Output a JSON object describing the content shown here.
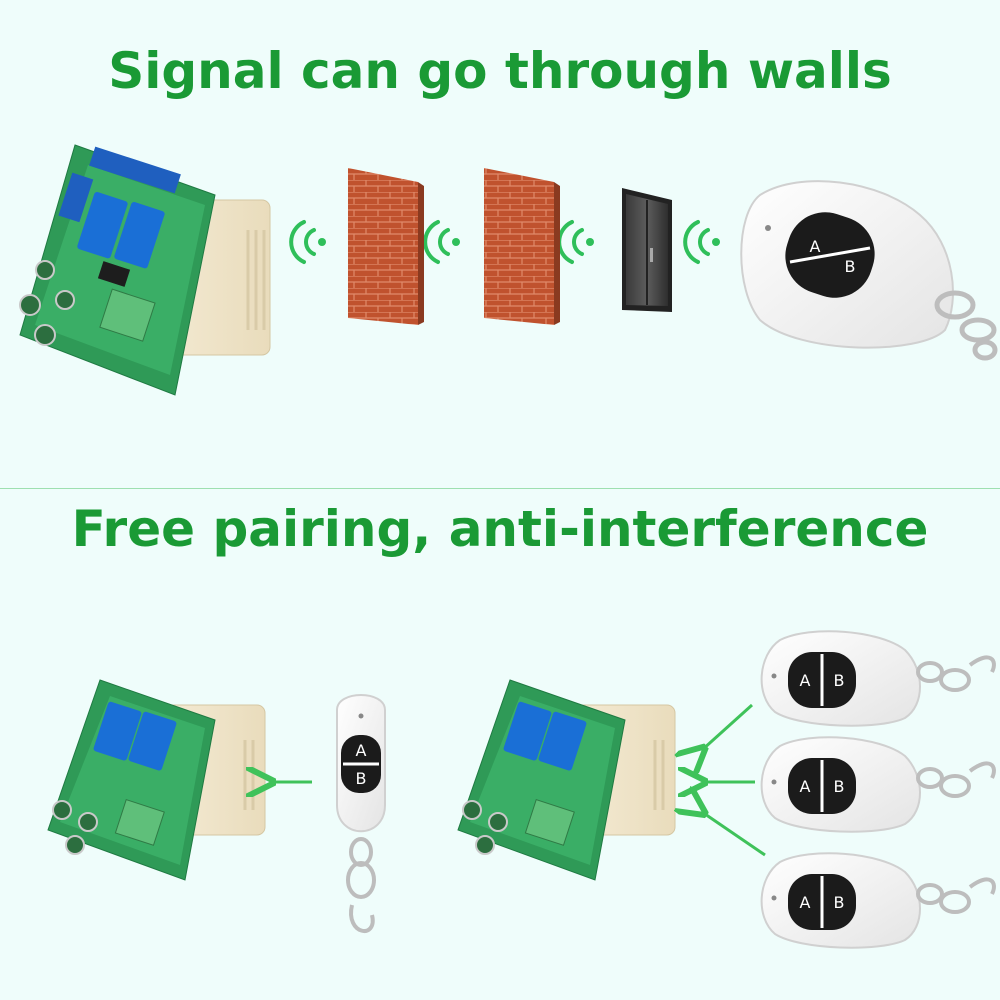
{
  "headline_top": "Signal can go through walls",
  "headline_bottom": "Free pairing, anti-interference",
  "remote_buttons": {
    "a": "A",
    "b": "B"
  },
  "colors": {
    "headline": "#1a9a35",
    "background": "#effdfb",
    "arrow": "#3fc25a",
    "brick": "#c0522e",
    "signal": "#2fbf5a"
  }
}
